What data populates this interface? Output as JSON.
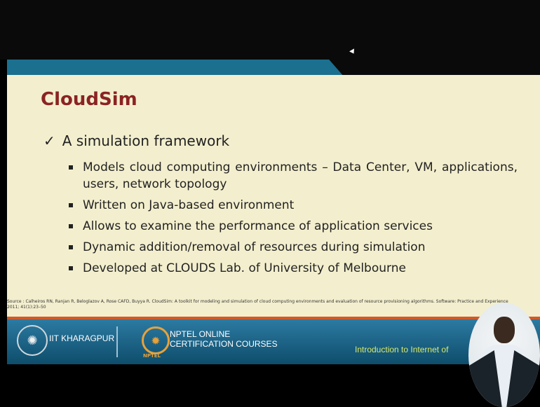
{
  "slide": {
    "title": "CloudSim",
    "main_point": "A simulation framework",
    "check_glyph": "✓",
    "bullets": [
      "Models cloud computing environments – Data Center, VM, applications, users, network topology",
      "Written on Java-based environment",
      "Allows to examine the performance of application services",
      "Dynamic addition/removal of resources during simulation",
      "Developed at CLOUDS Lab. of University of Melbourne"
    ],
    "source": "Source : Calheiros RN, Ranjan R, Beloglazov A, Rose CAFD, Buyya R. CloudSim: A toolkit for modeling and simulation of cloud computing environments and evaluation of resource provisioning algorithms. Software: Practice and Experience 2011; 41(1):23–50"
  },
  "footer": {
    "institution": "IIT KHARAGPUR",
    "nptel_line1": "NPTEL ONLINE",
    "nptel_line2": "CERTIFICATION COURSES",
    "nptel_small": "NPTEL",
    "course": "Introduction to Internet of"
  },
  "colors": {
    "title": "#8b2323",
    "slide_bg": "#f3efce",
    "band_blue": "#1b6f8f",
    "footer_blue": "#2c7aa2",
    "accent_orange": "#d05a2a"
  }
}
